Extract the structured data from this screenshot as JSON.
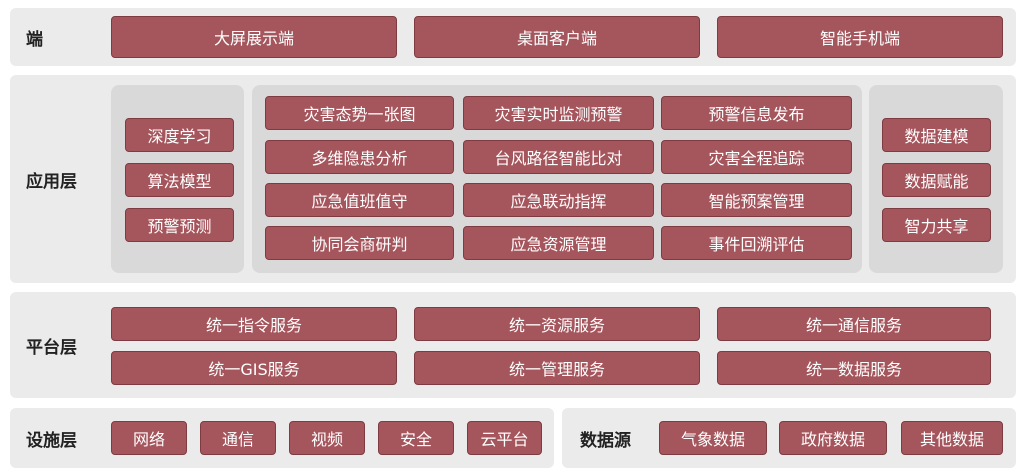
{
  "terminal": {
    "label": "端",
    "items": [
      "大屏展示端",
      "桌面客户端",
      "智能手机端"
    ]
  },
  "application": {
    "label": "应用层",
    "left": [
      "深度学习",
      "算法模型",
      "预警预测"
    ],
    "center": [
      "灾害态势一张图",
      "灾害实时监测预警",
      "预警信息发布",
      "多维隐患分析",
      "台风路径智能比对",
      "灾害全程追踪",
      "应急值班值守",
      "应急联动指挥",
      "智能预案管理",
      "协同会商研判",
      "应急资源管理",
      "事件回溯评估"
    ],
    "right": [
      "数据建模",
      "数据赋能",
      "智力共享"
    ]
  },
  "platform": {
    "label": "平台层",
    "items": [
      "统一指令服务",
      "统一资源服务",
      "统一通信服务",
      "统一GIS服务",
      "统一管理服务",
      "统一数据服务"
    ]
  },
  "infrastructure": {
    "label": "设施层",
    "items": [
      "网络",
      "通信",
      "视频",
      "安全",
      "云平台"
    ]
  },
  "datasource": {
    "label": "数据源",
    "items": [
      "气象数据",
      "政府数据",
      "其他数据"
    ]
  }
}
